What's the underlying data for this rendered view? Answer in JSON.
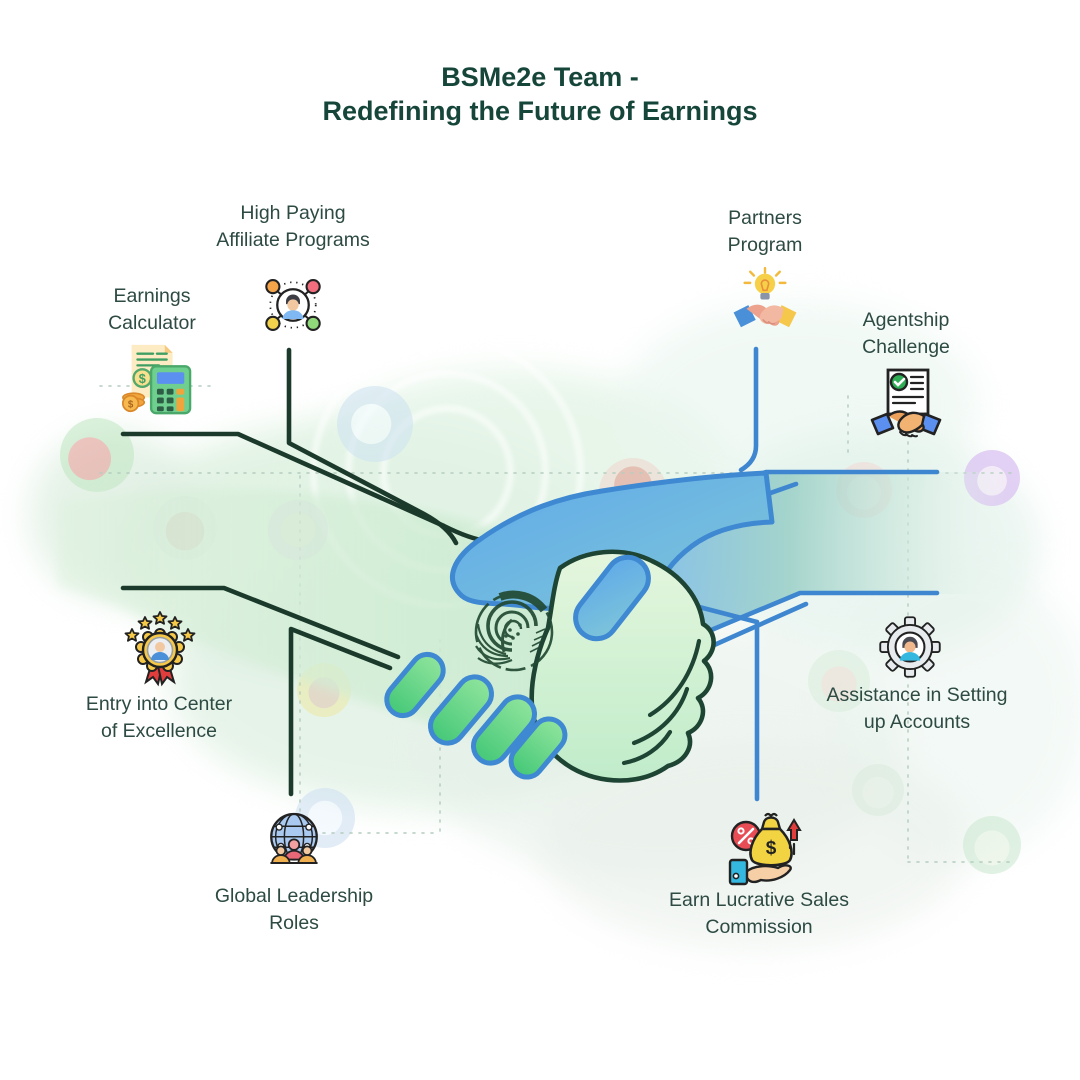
{
  "title": {
    "line1": "BSMe2e Team -",
    "line2": "Redefining the Future of Earnings"
  },
  "nodes": [
    {
      "id": "high-paying-affiliate",
      "line1": "High Paying",
      "line2": "Affiliate Programs",
      "icon": "affiliate-network-icon"
    },
    {
      "id": "partners-program",
      "line1": "Partners",
      "line2": "Program",
      "icon": "partners-handshake-icon"
    },
    {
      "id": "earnings-calculator",
      "line1": "Earnings",
      "line2": "Calculator",
      "icon": "calculator-receipt-icon"
    },
    {
      "id": "agentship-challenge",
      "line1": "Agentship",
      "line2": "Challenge",
      "icon": "agreement-document-icon"
    },
    {
      "id": "entry-center-of-excellence",
      "line1": "Entry into Center",
      "line2": "of Excellence",
      "icon": "excellence-medal-icon"
    },
    {
      "id": "assistance-setting-accounts",
      "line1": "Assistance in Setting",
      "line2": "up Accounts",
      "icon": "gear-person-icon"
    },
    {
      "id": "global-leadership-roles",
      "line1": "Global Leadership",
      "line2": "Roles",
      "icon": "globe-people-icon"
    },
    {
      "id": "earn-sales-commission",
      "line1": "Earn Lucrative Sales",
      "line2": "Commission",
      "icon": "commission-moneybag-icon"
    }
  ],
  "colors": {
    "title_text": "#16463a",
    "label_text": "#2d4a43",
    "left_connector": "#1b3a2b",
    "right_connector": "#3e86cf",
    "hand_blue": "#61aceb",
    "hand_green": "#d9f2d6",
    "finger_green": "#4ec97e",
    "emblem_green": "#224a33"
  }
}
